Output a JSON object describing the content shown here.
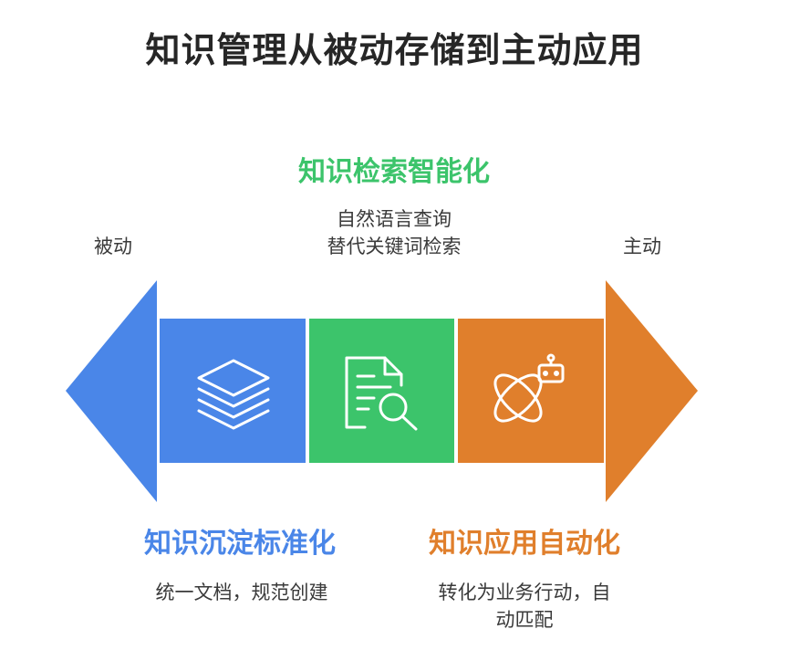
{
  "title": "知识管理从被动存储到主动应用",
  "left_label": "被动",
  "right_label": "主动",
  "stages": [
    {
      "heading": "知识沉淀标准化",
      "desc_lines": [
        "统一文档，规范创建"
      ],
      "color": "#4a86e8",
      "icon": "layers-icon"
    },
    {
      "heading": "知识检索智能化",
      "desc_lines": [
        "自然语言查询",
        "替代关键词检索"
      ],
      "color": "#3cc46b",
      "icon": "document-search-icon"
    },
    {
      "heading": "知识应用自动化",
      "desc_lines": [
        "转化为业务行动，自",
        "动匹配"
      ],
      "color": "#e07f2c",
      "icon": "robot-atom-icon"
    }
  ]
}
